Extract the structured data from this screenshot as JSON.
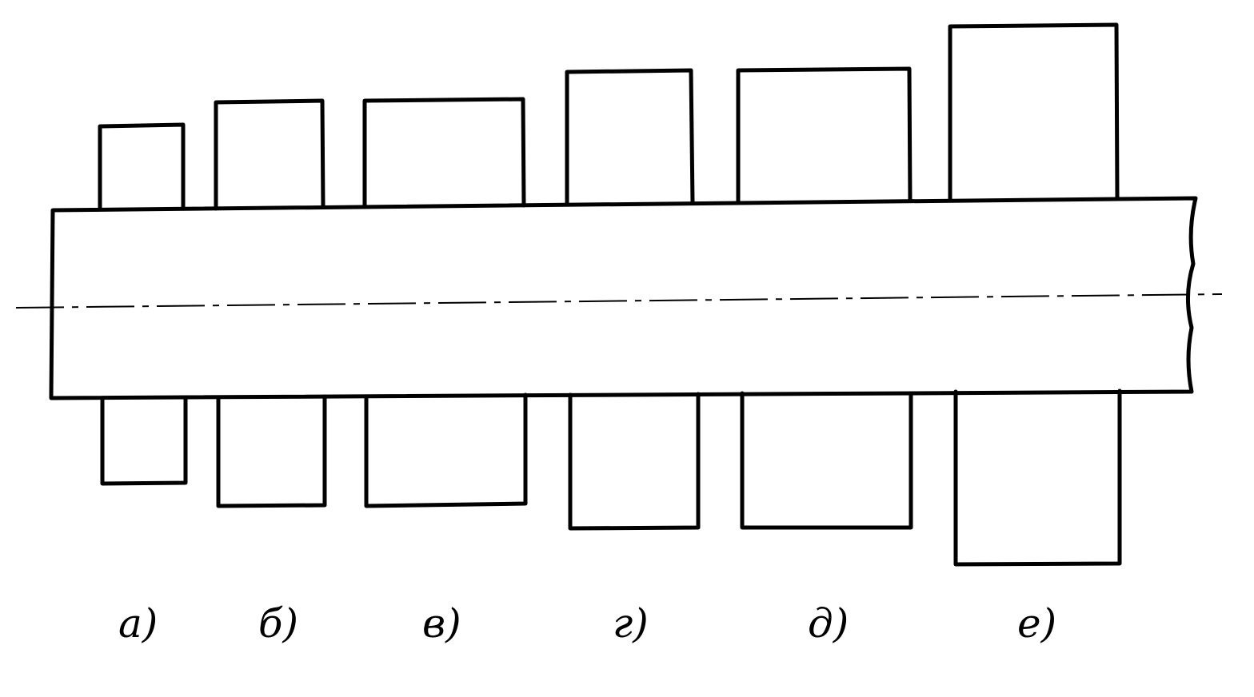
{
  "diagram": {
    "elements": [
      {
        "id": "a",
        "label": "а)"
      },
      {
        "id": "b",
        "label": "б)"
      },
      {
        "id": "v",
        "label": "в)"
      },
      {
        "id": "g",
        "label": "г)"
      },
      {
        "id": "d",
        "label": "д)"
      },
      {
        "id": "e",
        "label": "е)"
      }
    ]
  }
}
